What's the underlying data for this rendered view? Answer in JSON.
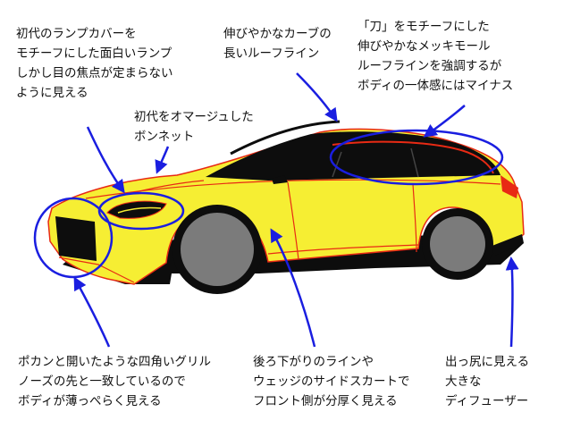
{
  "colors": {
    "body": "#f6ee33",
    "outline": "#e82a14",
    "dark": "#0d0d0d",
    "tire": "#7b7b7b",
    "annotation": "#1a1ee0",
    "text": "#111111"
  },
  "annotations": {
    "lamp": {
      "lines": [
        "初代のランプカバーを",
        "モチーフにした面白いランプ",
        "しかし目の焦点が定まらない",
        "ように見える"
      ]
    },
    "roof": {
      "lines": [
        "伸びやかなカーブの",
        "長いルーフライン"
      ]
    },
    "molding": {
      "lines": [
        "「刀」をモチーフにした",
        "伸びやかなメッキモール",
        "ルーフラインを強調するが",
        "ボディの一体感にはマイナス"
      ]
    },
    "bonnet": {
      "lines": [
        "初代をオマージュした",
        "ボンネット"
      ]
    },
    "grille": {
      "lines": [
        "ポカンと開いたような四角いグリル",
        "ノーズの先と一致しているので",
        "ボディが薄っぺらく見える"
      ]
    },
    "side": {
      "lines": [
        "後ろ下がりのラインや",
        "ウェッジのサイドスカートで",
        "フロント側が分厚く見える"
      ]
    },
    "diffuser": {
      "lines": [
        "出っ尻に見える",
        "大きな",
        "ディフューザー"
      ]
    }
  }
}
